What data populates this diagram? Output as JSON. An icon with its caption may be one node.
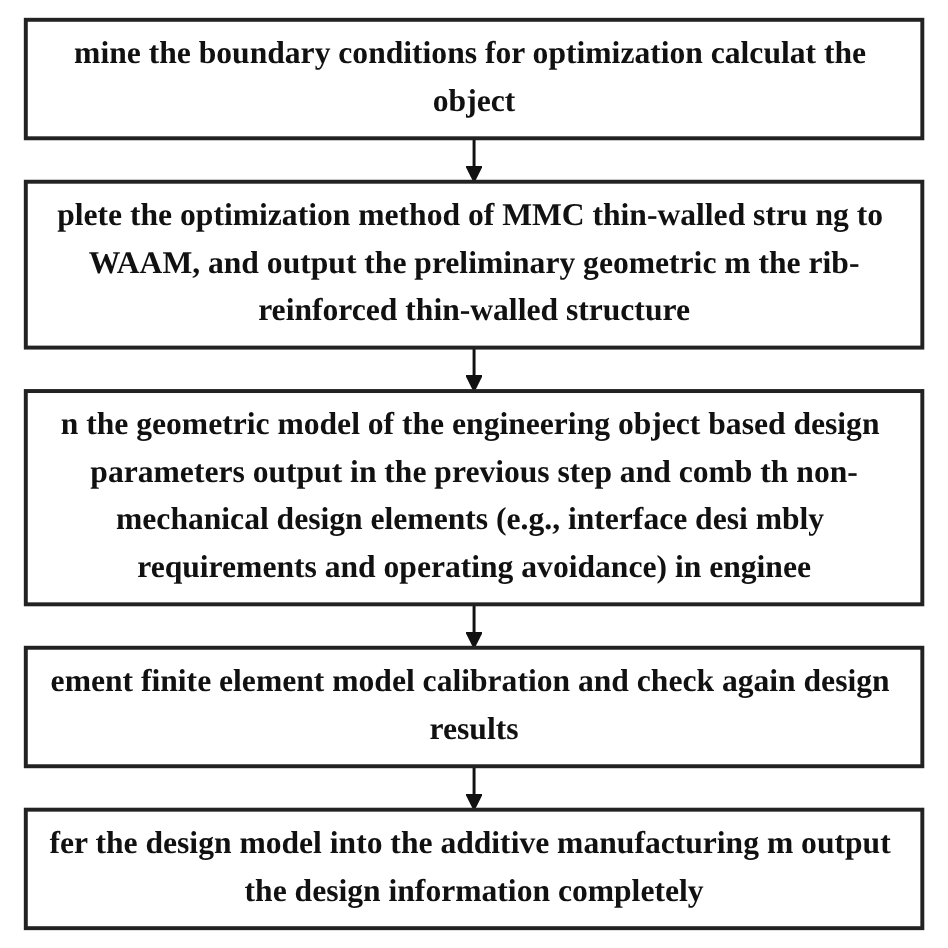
{
  "diagram": {
    "nodes": [
      {
        "text": [
          "mine the boundary conditions for optimization calculat the object"
        ]
      },
      {
        "text": [
          "plete the optimization method of MMC thin-walled stru ng to WAAM, and output the preliminary geometric m the rib-reinforced thin-walled structure"
        ]
      },
      {
        "text": [
          "n the geometric model of the engineering object based design parameters output in the previous step and comb th non-mechanical design elements (e.g., interface desi mbly requirements and operating avoidance) in enginee"
        ]
      },
      {
        "text": [
          "ement finite element model calibration and check again design results"
        ]
      },
      {
        "text": [
          "fer the design model into the additive manufacturing m output the design information completely"
        ]
      }
    ],
    "edges": [
      {
        "from": 0,
        "to": 1,
        "arrow": "to"
      },
      {
        "from": 1,
        "to": 2,
        "arrow": "to"
      },
      {
        "from": 2,
        "to": 3,
        "arrow": "to"
      },
      {
        "from": 3,
        "to": 4,
        "arrow": "to"
      }
    ]
  }
}
